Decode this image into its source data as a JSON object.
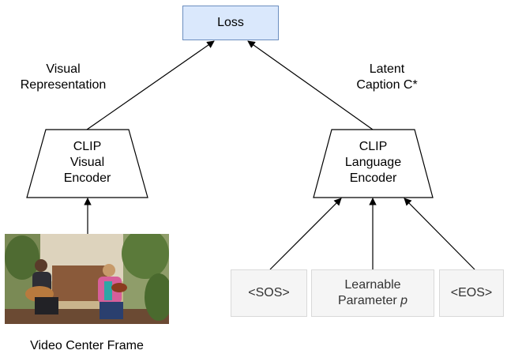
{
  "loss": {
    "label": "Loss"
  },
  "labels": {
    "visual_representation": "Visual\nRepresentation",
    "latent_caption": "Latent\nCaption C*"
  },
  "encoders": {
    "visual": "CLIP\nVisual\nEncoder",
    "language": "CLIP\nLanguage\nEncoder"
  },
  "tokens": {
    "sos": "<SOS>",
    "learnable_prefix": "Learnable\nParameter ",
    "learnable_var": "p",
    "eos": "<EOS>"
  },
  "frame_caption": "Video Center Frame",
  "colors": {
    "loss_fill": "#dae8fc",
    "loss_stroke": "#6c8ebf",
    "token_fill": "#f5f5f5",
    "token_stroke": "#d9d9d9"
  }
}
